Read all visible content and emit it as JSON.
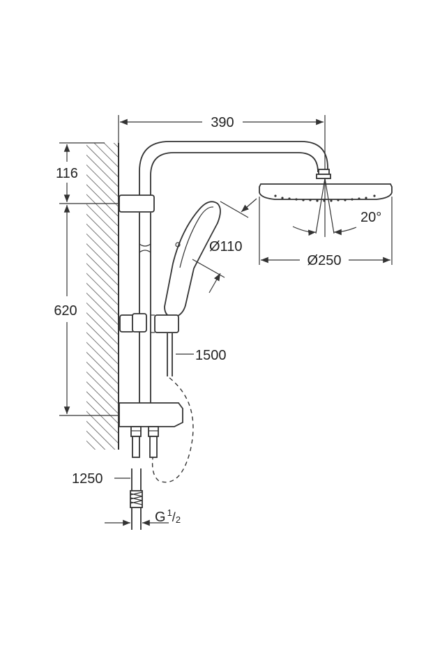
{
  "dimensions": {
    "arm_length": "390",
    "top_offset": "116",
    "rail_height": "620",
    "hand_shower_diameter": "Ø110",
    "head_shower_diameter": "Ø250",
    "tilt_angle": "20°",
    "hose_length": "1500",
    "connection_hose_length": "1250",
    "thread_prefix": "G",
    "thread_numerator": "1",
    "thread_denominator": "2"
  },
  "colors": {
    "line": "#333333",
    "background": "#ffffff"
  }
}
